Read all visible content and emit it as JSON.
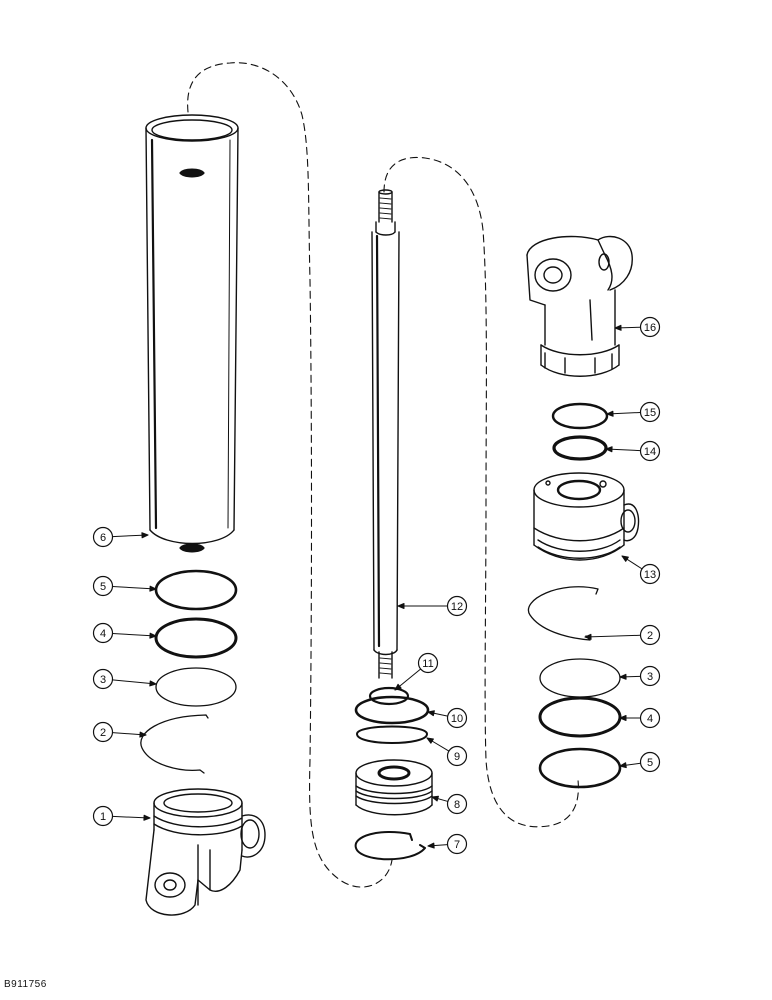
{
  "figure_ref": "B911756",
  "callouts": [
    {
      "id": "c1",
      "label": "1"
    },
    {
      "id": "c2a",
      "label": "2"
    },
    {
      "id": "c3a",
      "label": "3"
    },
    {
      "id": "c4a",
      "label": "4"
    },
    {
      "id": "c5a",
      "label": "5"
    },
    {
      "id": "c6",
      "label": "6"
    },
    {
      "id": "c7",
      "label": "7"
    },
    {
      "id": "c8",
      "label": "8"
    },
    {
      "id": "c9",
      "label": "9"
    },
    {
      "id": "c10",
      "label": "10"
    },
    {
      "id": "c11",
      "label": "11"
    },
    {
      "id": "c12",
      "label": "12"
    },
    {
      "id": "c13",
      "label": "13"
    },
    {
      "id": "c14",
      "label": "14"
    },
    {
      "id": "c15",
      "label": "15"
    },
    {
      "id": "c16",
      "label": "16"
    },
    {
      "id": "c2b",
      "label": "2"
    },
    {
      "id": "c3b",
      "label": "3"
    },
    {
      "id": "c4b",
      "label": "4"
    },
    {
      "id": "c5b",
      "label": "5"
    }
  ]
}
